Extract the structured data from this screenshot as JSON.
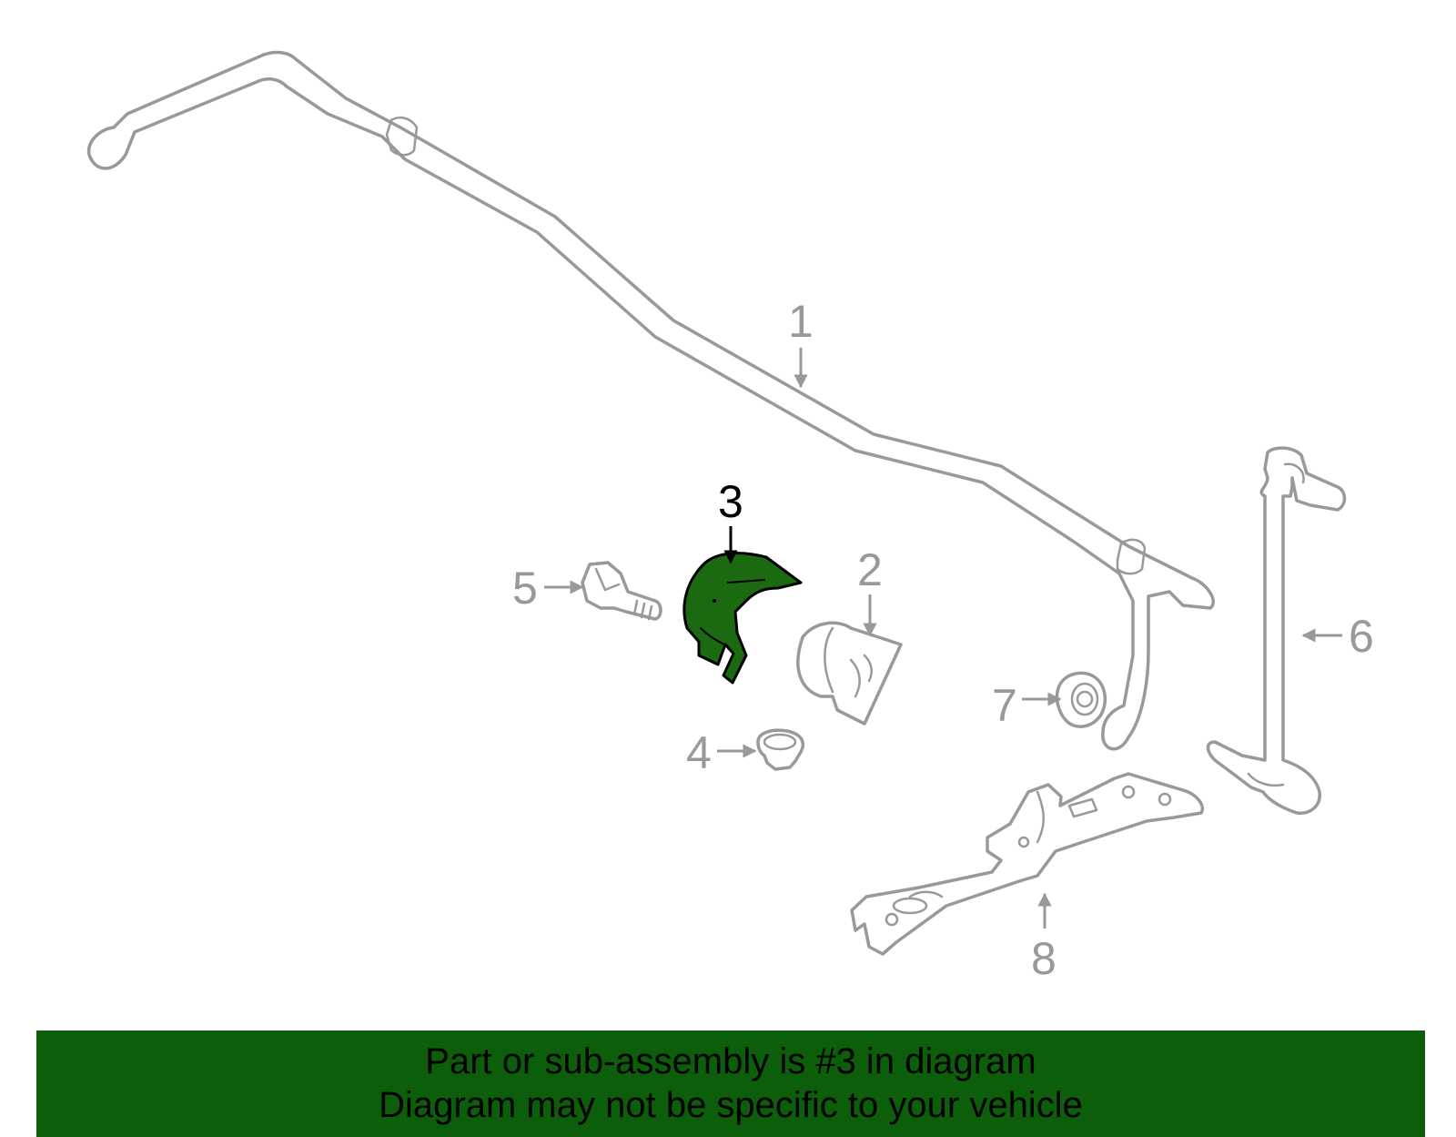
{
  "diagram": {
    "highlight_color": "#1b6a12",
    "part_color": "#999999",
    "callouts": {
      "c1": "1",
      "c2": "2",
      "c3": "3",
      "c4": "4",
      "c5": "5",
      "c6": "6",
      "c7": "7",
      "c8": "8"
    },
    "highlighted_part": "3"
  },
  "banner": {
    "line1": "Part or sub-assembly is #3 in diagram",
    "line2": "Diagram may not be specific to your vehicle",
    "background": "#0d5e0b"
  }
}
